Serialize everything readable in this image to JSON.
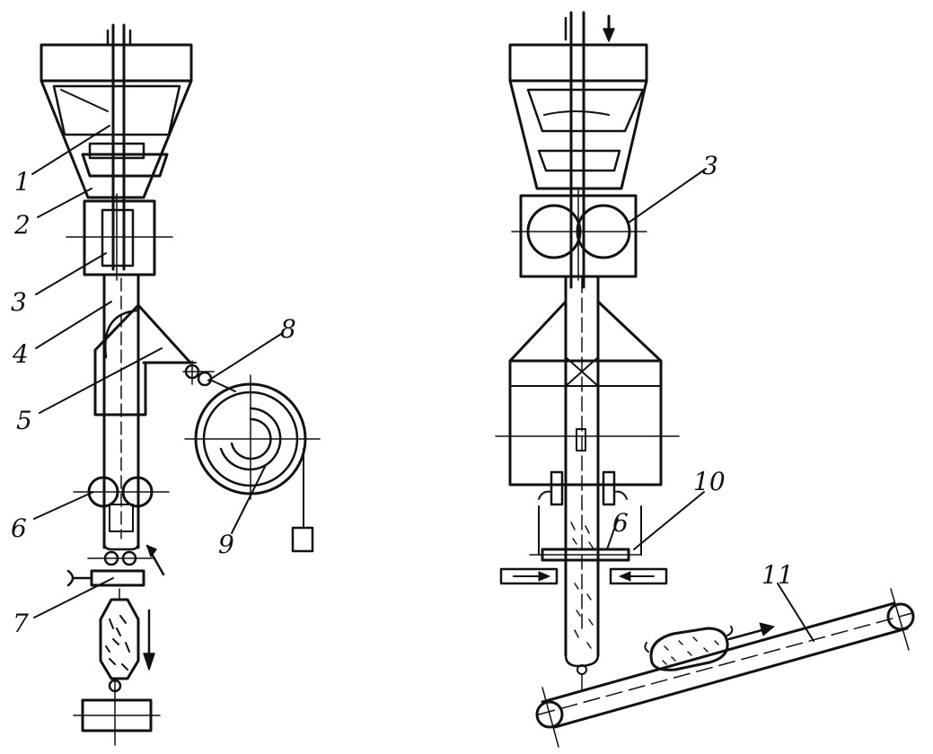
{
  "diagram": {
    "left_labels": {
      "l1": "1",
      "l2": "2",
      "l3": "3",
      "l4": "4",
      "l5": "5",
      "l6": "6",
      "l7": "7",
      "l8": "8",
      "l9": "9"
    },
    "right_labels": {
      "r3": "3",
      "r6": "6",
      "r10": "10",
      "r11": "11"
    }
  }
}
